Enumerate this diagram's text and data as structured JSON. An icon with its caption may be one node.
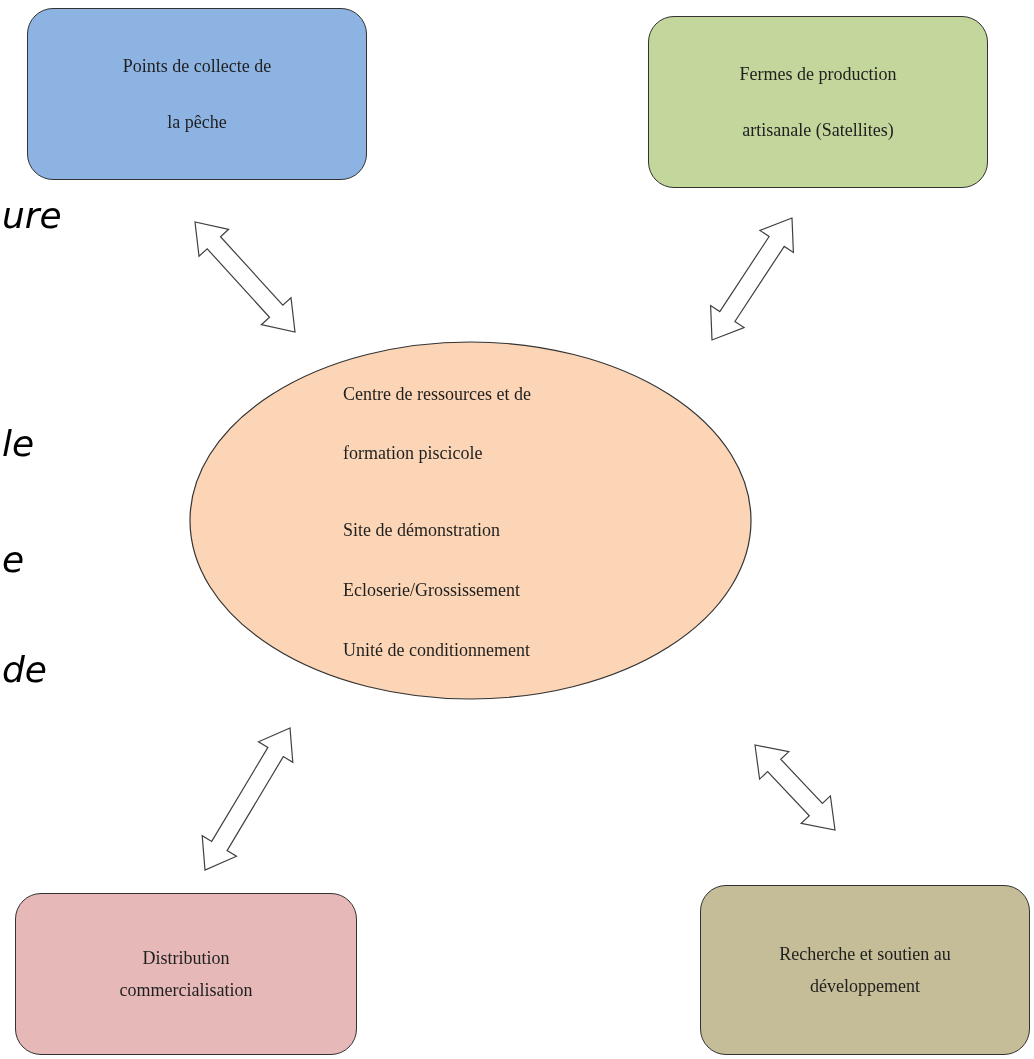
{
  "diagram": {
    "nodes": [
      {
        "text": [
          "Points de collecte de la pêche"
        ]
      },
      {
        "text": [
          "Fermes de production artisanale (Satellites)"
        ]
      },
      {
        "text": [
          "Centre de ressources et de formation piscicole",
          "Site de démonstration",
          "Ecloserie/Grossissement",
          "Unité de conditionnement"
        ]
      },
      {
        "text": [
          "Distribution commercialisation"
        ]
      },
      {
        "text": [
          "Recherche et soutien au développement"
        ]
      }
    ],
    "edges": [
      {
        "from": 0,
        "to": 2,
        "arrow": "both"
      },
      {
        "from": 1,
        "to": 2,
        "arrow": "both"
      },
      {
        "from": 2,
        "to": 3,
        "arrow": "both"
      },
      {
        "from": 2,
        "to": 4,
        "arrow": "both"
      }
    ],
    "labels": [
      "ure",
      "le",
      "e",
      "de"
    ]
  }
}
